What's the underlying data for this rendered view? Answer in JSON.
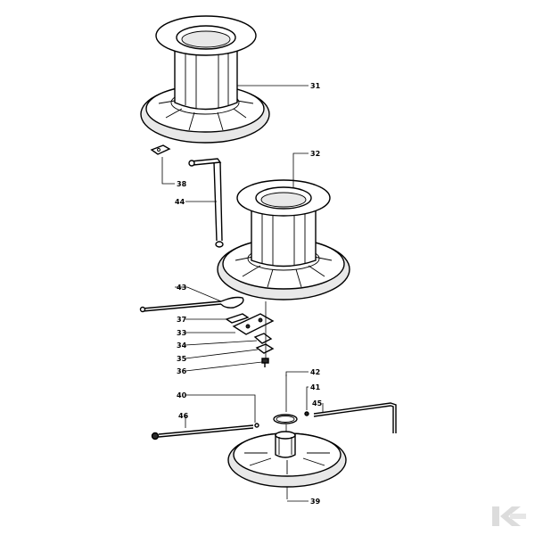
{
  "parts": {
    "p31": "31",
    "p32": "32",
    "p38": "38",
    "p44": "44",
    "p43": "43",
    "p37": "37",
    "p33": "33",
    "p34": "34",
    "p35": "35",
    "p36": "36",
    "p42": "42",
    "p41": "41",
    "p45": "45",
    "p40": "40",
    "p46": "46",
    "p39": "39"
  },
  "logo": {
    "text": "K",
    "color": "#d9d9d9"
  }
}
